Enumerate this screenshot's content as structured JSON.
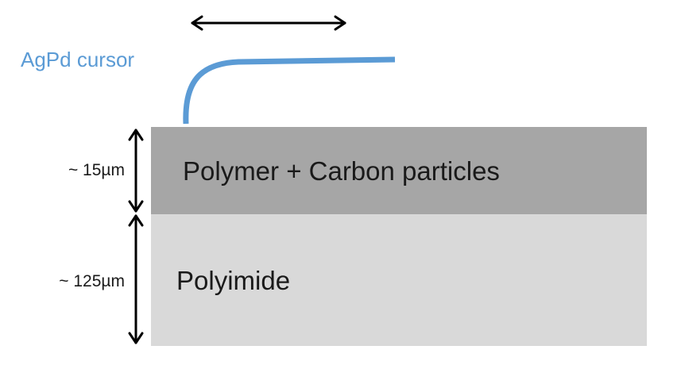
{
  "cursor": {
    "label": "AgPd cursor"
  },
  "layers": {
    "top": {
      "label": "Polymer + Carbon particles",
      "thickness_label": "~ 15µm"
    },
    "bottom": {
      "label": "Polyimide",
      "thickness_label": "~ 125µm"
    }
  },
  "colors": {
    "cursor": "#5b9bd5",
    "top_layer": "#a6a6a6",
    "bottom_layer": "#d9d9d9",
    "arrows": "#000000"
  },
  "icons": {
    "motion": "double-headed-horizontal-arrow",
    "thickness": "double-headed-vertical-arrow"
  }
}
